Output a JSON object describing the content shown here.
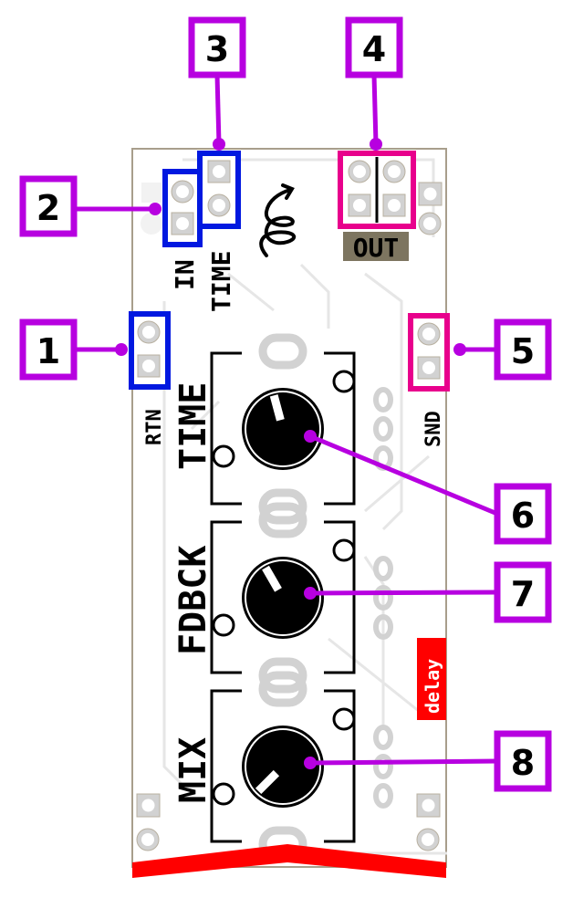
{
  "board": {
    "name": "delay",
    "silkscreen_labels": {
      "in": "IN",
      "time_cv": "TIME",
      "out": "OUT",
      "rtn": "RTN",
      "snd": "SND",
      "knob_time": "TIME",
      "knob_fdbck": "FDBCK",
      "knob_mix": "MIX",
      "badge": "delay"
    },
    "icon": "spiral-arrow-icon"
  },
  "callouts": [
    {
      "number": "1",
      "target": "RTN jack header",
      "group_color": "blue"
    },
    {
      "number": "2",
      "target": "IN jack header",
      "group_color": "blue"
    },
    {
      "number": "3",
      "target": "TIME CV jack header",
      "group_color": "blue"
    },
    {
      "number": "4",
      "target": "OUT stereo header",
      "group_color": "magenta"
    },
    {
      "number": "5",
      "target": "SND jack header",
      "group_color": "magenta"
    },
    {
      "number": "6",
      "target": "TIME knob"
    },
    {
      "number": "7",
      "target": "FDBCK knob"
    },
    {
      "number": "8",
      "target": "MIX knob"
    }
  ],
  "knobs": [
    {
      "label": "TIME",
      "position_deg": -15
    },
    {
      "label": "FDBCK",
      "position_deg": -30
    },
    {
      "label": "MIX",
      "position_deg": -135
    }
  ],
  "colors": {
    "callout": "#b700e0",
    "input_group": "#0018e0",
    "output_group": "#e8008c",
    "badge": "#ff0000",
    "board_edge": "#a89e8c",
    "pad": "#d2d2d2",
    "out_label_bg": "#7d7560"
  }
}
